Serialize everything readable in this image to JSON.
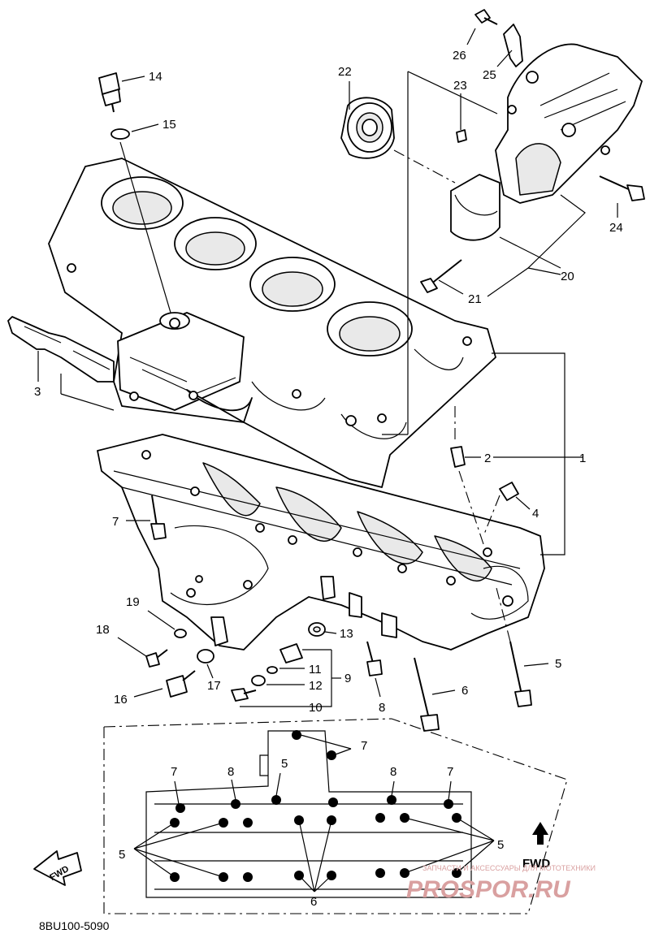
{
  "callouts": {
    "c1": "1",
    "c2": "2",
    "c3": "3",
    "c4": "4",
    "c5": "5",
    "c6": "6",
    "c7": "7",
    "c8": "8",
    "c9": "9",
    "c10": "10",
    "c11": "11",
    "c12": "12",
    "c13": "13",
    "c14": "14",
    "c15": "15",
    "c16": "16",
    "c17": "17",
    "c18": "18",
    "c19": "19",
    "c20": "20",
    "c21": "21",
    "c22": "22",
    "c23": "23",
    "c24": "24",
    "c25": "25",
    "c26": "26"
  },
  "inset": {
    "l7a": "7",
    "l8a": "8",
    "l5a": "5",
    "l7b": "7",
    "l8b": "8",
    "l7c": "7",
    "l5left": "5",
    "l5right": "5",
    "l6": "6",
    "fwd_label": "FWD",
    "fwd_arrow_label": "FWD"
  },
  "diagram_code": "8BU100-5090",
  "watermark": {
    "line1": "ЗАПЧАСТИ И АКСЕССУАРЫ ДЛЯ МОТОТЕХНИКИ",
    "line2": "PROSPOR.RU"
  }
}
